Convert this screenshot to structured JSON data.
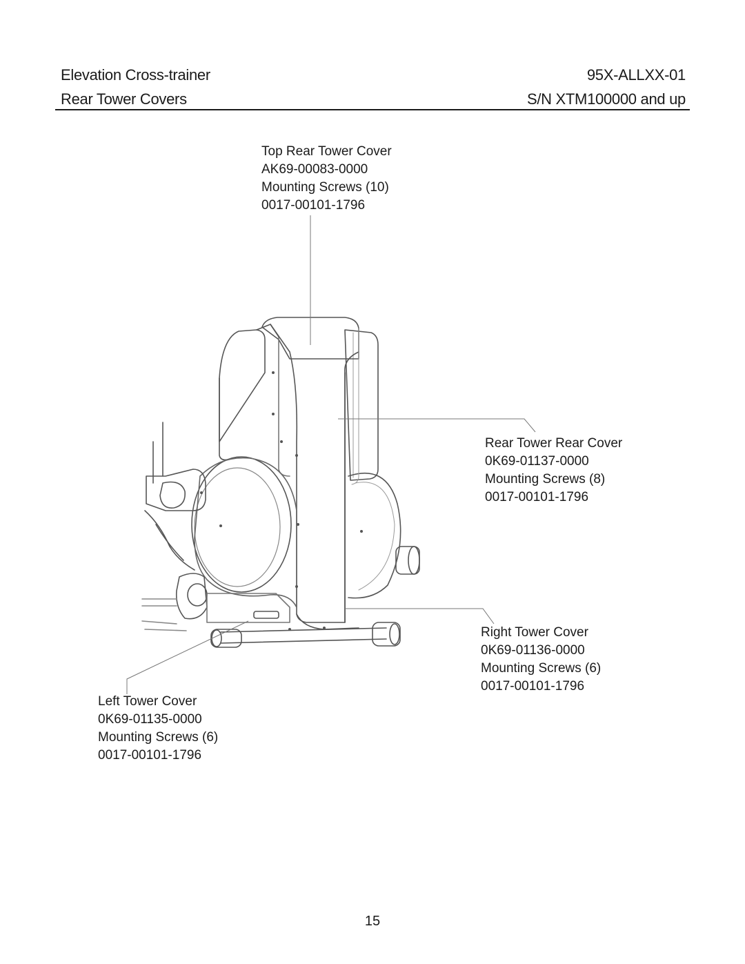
{
  "header": {
    "title": "Elevation Cross-trainer",
    "model": "95X-ALLXX-01",
    "section": "Rear Tower Covers",
    "serial": "S/N XTM100000 and up"
  },
  "callouts": {
    "top_rear": {
      "name": "Top Rear Tower Cover",
      "part": "AK69-00083-0000",
      "screws": "Mounting Screws (10)",
      "screw_part": "0017-00101-1796"
    },
    "rear_rear": {
      "name": "Rear Tower Rear Cover",
      "part": "0K69-01137-0000",
      "screws": "Mounting Screws (8)",
      "screw_part": "0017-00101-1796"
    },
    "right": {
      "name": "Right Tower Cover",
      "part": "0K69-01136-0000",
      "screws": "Mounting Screws (6)",
      "screw_part": "0017-00101-1796"
    },
    "left": {
      "name": "Left Tower Cover",
      "part": "0K69-01135-0000",
      "screws": "Mounting Screws (6)",
      "screw_part": "0017-00101-1796"
    }
  },
  "page_number": "15"
}
